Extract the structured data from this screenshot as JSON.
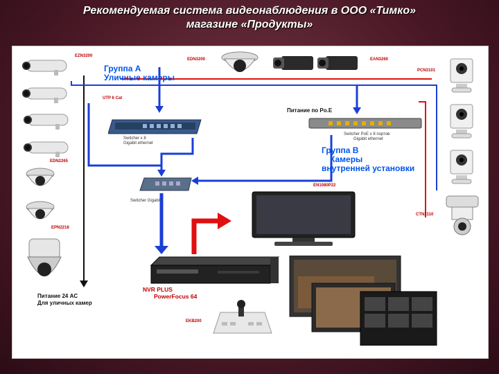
{
  "title": {
    "line1": "Рекомендуемая система видеонаблюдения в ООО «Тимко»",
    "line2": "магазине «Продукты»"
  },
  "labels": {
    "ezn3200": "EZN3200",
    "edn3200": "EDN3200",
    "ean3260": "EAN3260",
    "pcn3101": "PCN3101",
    "utp": "UTP 6 Cat",
    "edn2265": "EDN2265",
    "epn2218": "EPN2218",
    "en1080p22": "EN1080P22",
    "ctn2110": "CTN2110",
    "ekb200": "EKB200",
    "switch_a_1": "Switcher x 8",
    "switch_a_2": "Gigabit ethernet",
    "switch_poe_1": "Switcher PoE x 8 портов",
    "switch_poe_2": "Gigabit ethernet",
    "switch_gig": "Switcher Gigabit"
  },
  "group_a": {
    "line1": "Группа А",
    "line2": "Уличные камеры"
  },
  "group_b": {
    "line1": "Группа В",
    "line2": "Камеры",
    "line3": "внутренней установки"
  },
  "poe_power": "Питание по Po.E",
  "power24": {
    "line1": "Питание 24 AC",
    "line2": "Для уличных камер"
  },
  "nvr": {
    "line1": "NVR PLUS",
    "line2": "PowerFocus 64"
  },
  "colors": {
    "wire_blue": "#1a3fd6",
    "wire_red": "#e01010",
    "wire_black": "#111111",
    "label_red": "#c00000",
    "group_blue": "#0055ee"
  }
}
